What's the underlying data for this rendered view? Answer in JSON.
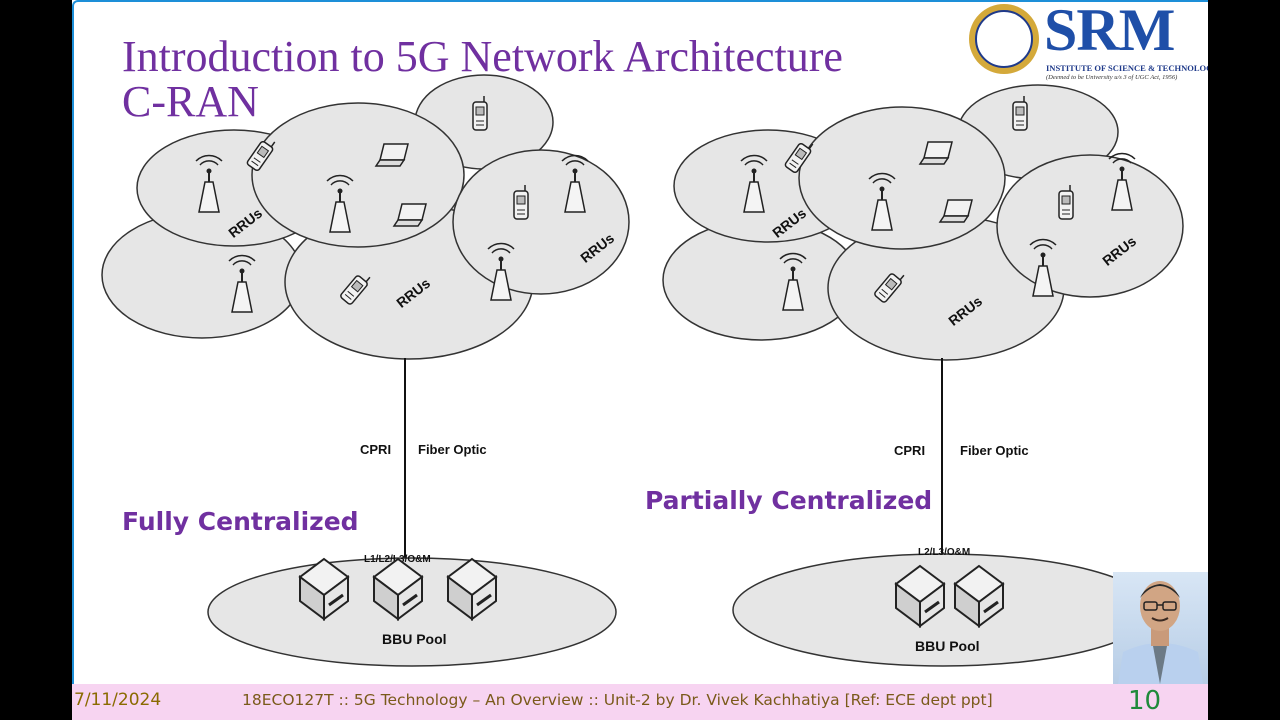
{
  "slide": {
    "title_line1": "Introduction to 5G Network Architecture",
    "title_line2": "C-RAN"
  },
  "logo": {
    "word": "SRM",
    "subtitle": "INSTITUTE OF SCIENCE & TECHNOLOGY",
    "tagline": "(Deemed to be University u/s 3 of UGC Act, 1956)"
  },
  "diagram": {
    "left": {
      "rru_labels": [
        "RRUs",
        "RRUs",
        "RRUs"
      ],
      "link_left": "CPRI",
      "link_right": "Fiber Optic",
      "pool_layers": "L1/L2/L3/O&M",
      "pool_name": "BBU Pool",
      "caption": "Fully Centralized"
    },
    "right": {
      "rru_labels": [
        "RRUs",
        "RRUs",
        "RRUs"
      ],
      "link_left": "CPRI",
      "link_right": "Fiber Optic",
      "pool_layers": "L2/L3/O&M",
      "pool_name": "BBU Pool",
      "caption": "Partially Centralized"
    },
    "icons": [
      "antenna-icon",
      "mobile-phone-icon",
      "laptop-icon",
      "server-box-icon"
    ]
  },
  "footer": {
    "date": "7/11/2024",
    "text": "18ECO127T :: 5G Technology – An Overview :: Unit-2 by   Dr. Vivek Kachhatiya [Ref: ECE dept ppt]",
    "page_number": "10"
  },
  "colors": {
    "title": "#7030a0",
    "caption": "#7030a0",
    "footer_bg": "#f7d4f1",
    "page_number": "#1f8a3a",
    "cell_fill": "#e6e6e6",
    "accent_border": "#1d8fd8"
  }
}
